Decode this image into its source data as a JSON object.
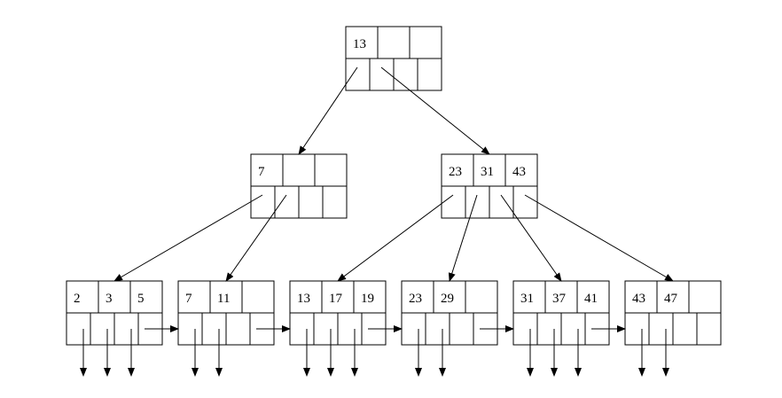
{
  "tree": {
    "root": {
      "keys": [
        "13",
        "",
        ""
      ]
    },
    "internal": [
      {
        "keys": [
          "7",
          "",
          ""
        ]
      },
      {
        "keys": [
          "23",
          "31",
          "43"
        ]
      }
    ],
    "leaves": [
      {
        "keys": [
          "2",
          "3",
          "5"
        ]
      },
      {
        "keys": [
          "7",
          "11",
          ""
        ]
      },
      {
        "keys": [
          "13",
          "17",
          "19"
        ]
      },
      {
        "keys": [
          "23",
          "29",
          ""
        ]
      },
      {
        "keys": [
          "31",
          "37",
          "41"
        ]
      },
      {
        "keys": [
          "43",
          "47",
          ""
        ]
      }
    ]
  },
  "style": {
    "line_color": "#000000",
    "background": "#ffffff"
  }
}
